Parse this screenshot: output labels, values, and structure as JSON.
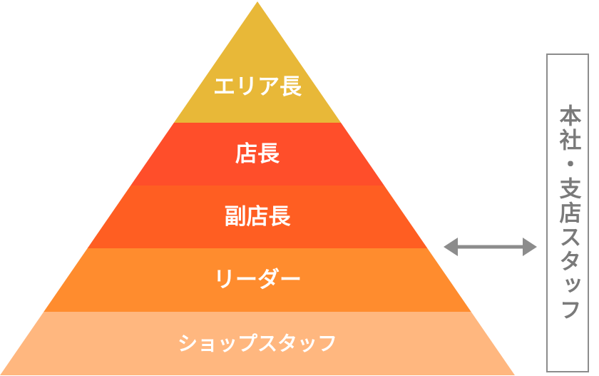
{
  "levels": [
    {
      "label": "エリア長",
      "color": "#e8b838"
    },
    {
      "label": "店長",
      "color": "#ff4e2a"
    },
    {
      "label": "副店長",
      "color": "#ff5e22"
    },
    {
      "label": "リーダー",
      "color": "#ff8c2e"
    },
    {
      "label": "ショップスタッフ",
      "color": "#ffb77f"
    }
  ],
  "side_box": {
    "label": "本社・支店スタッフ"
  },
  "arrow": {
    "icon": "double-arrow-icon",
    "color": "#8c8c8c"
  }
}
